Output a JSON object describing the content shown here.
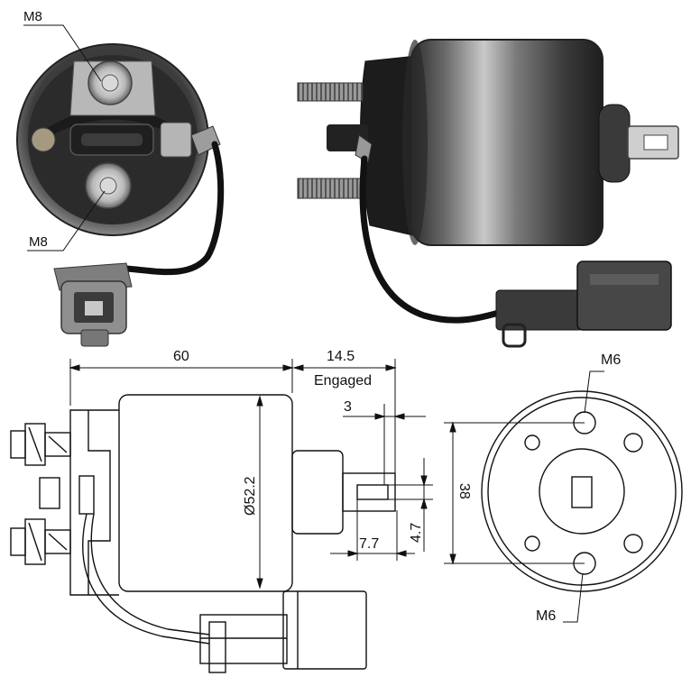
{
  "photo_end_view": {
    "label_top": "M8",
    "label_bottom": "M8"
  },
  "side_drawing": {
    "length": "60",
    "stroke": "14.5",
    "stroke_note": "Engaged",
    "plunger_offset": "3",
    "body_diameter": "Ø52.2",
    "slot_position": "7.7",
    "slot_width": "4.7"
  },
  "end_drawing": {
    "bolt_spacing": "38",
    "label_top": "M6",
    "label_bottom": "M6"
  },
  "colors": {
    "line": "#111111",
    "metal_dark": "#3a3a3a",
    "metal_light": "#d8d8d8",
    "brass": "#c9b27a"
  }
}
